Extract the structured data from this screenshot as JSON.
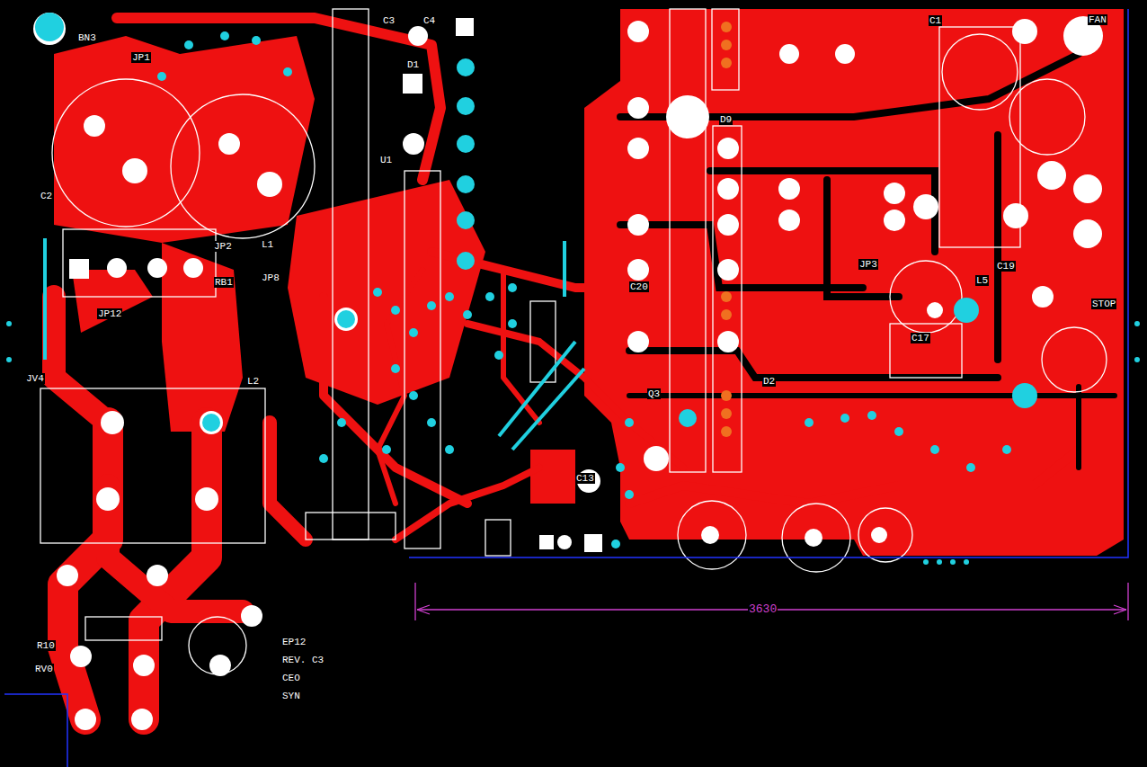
{
  "diagram": {
    "labels": [
      "BN3",
      "JP1",
      "C2",
      "JP2",
      "RB1",
      "JP8",
      "L1",
      "JP12",
      "JV4",
      "L2",
      "C3",
      "C4",
      "D1",
      "U1",
      "D9",
      "C20",
      "JP3",
      "L5",
      "C19",
      "C17",
      "Q3",
      "D2",
      "C13",
      "FAN",
      "STOP",
      "C1",
      "R10",
      "RV0",
      "EP12",
      "REV. C3",
      "CEO",
      "SYN",
      "3630"
    ]
  }
}
